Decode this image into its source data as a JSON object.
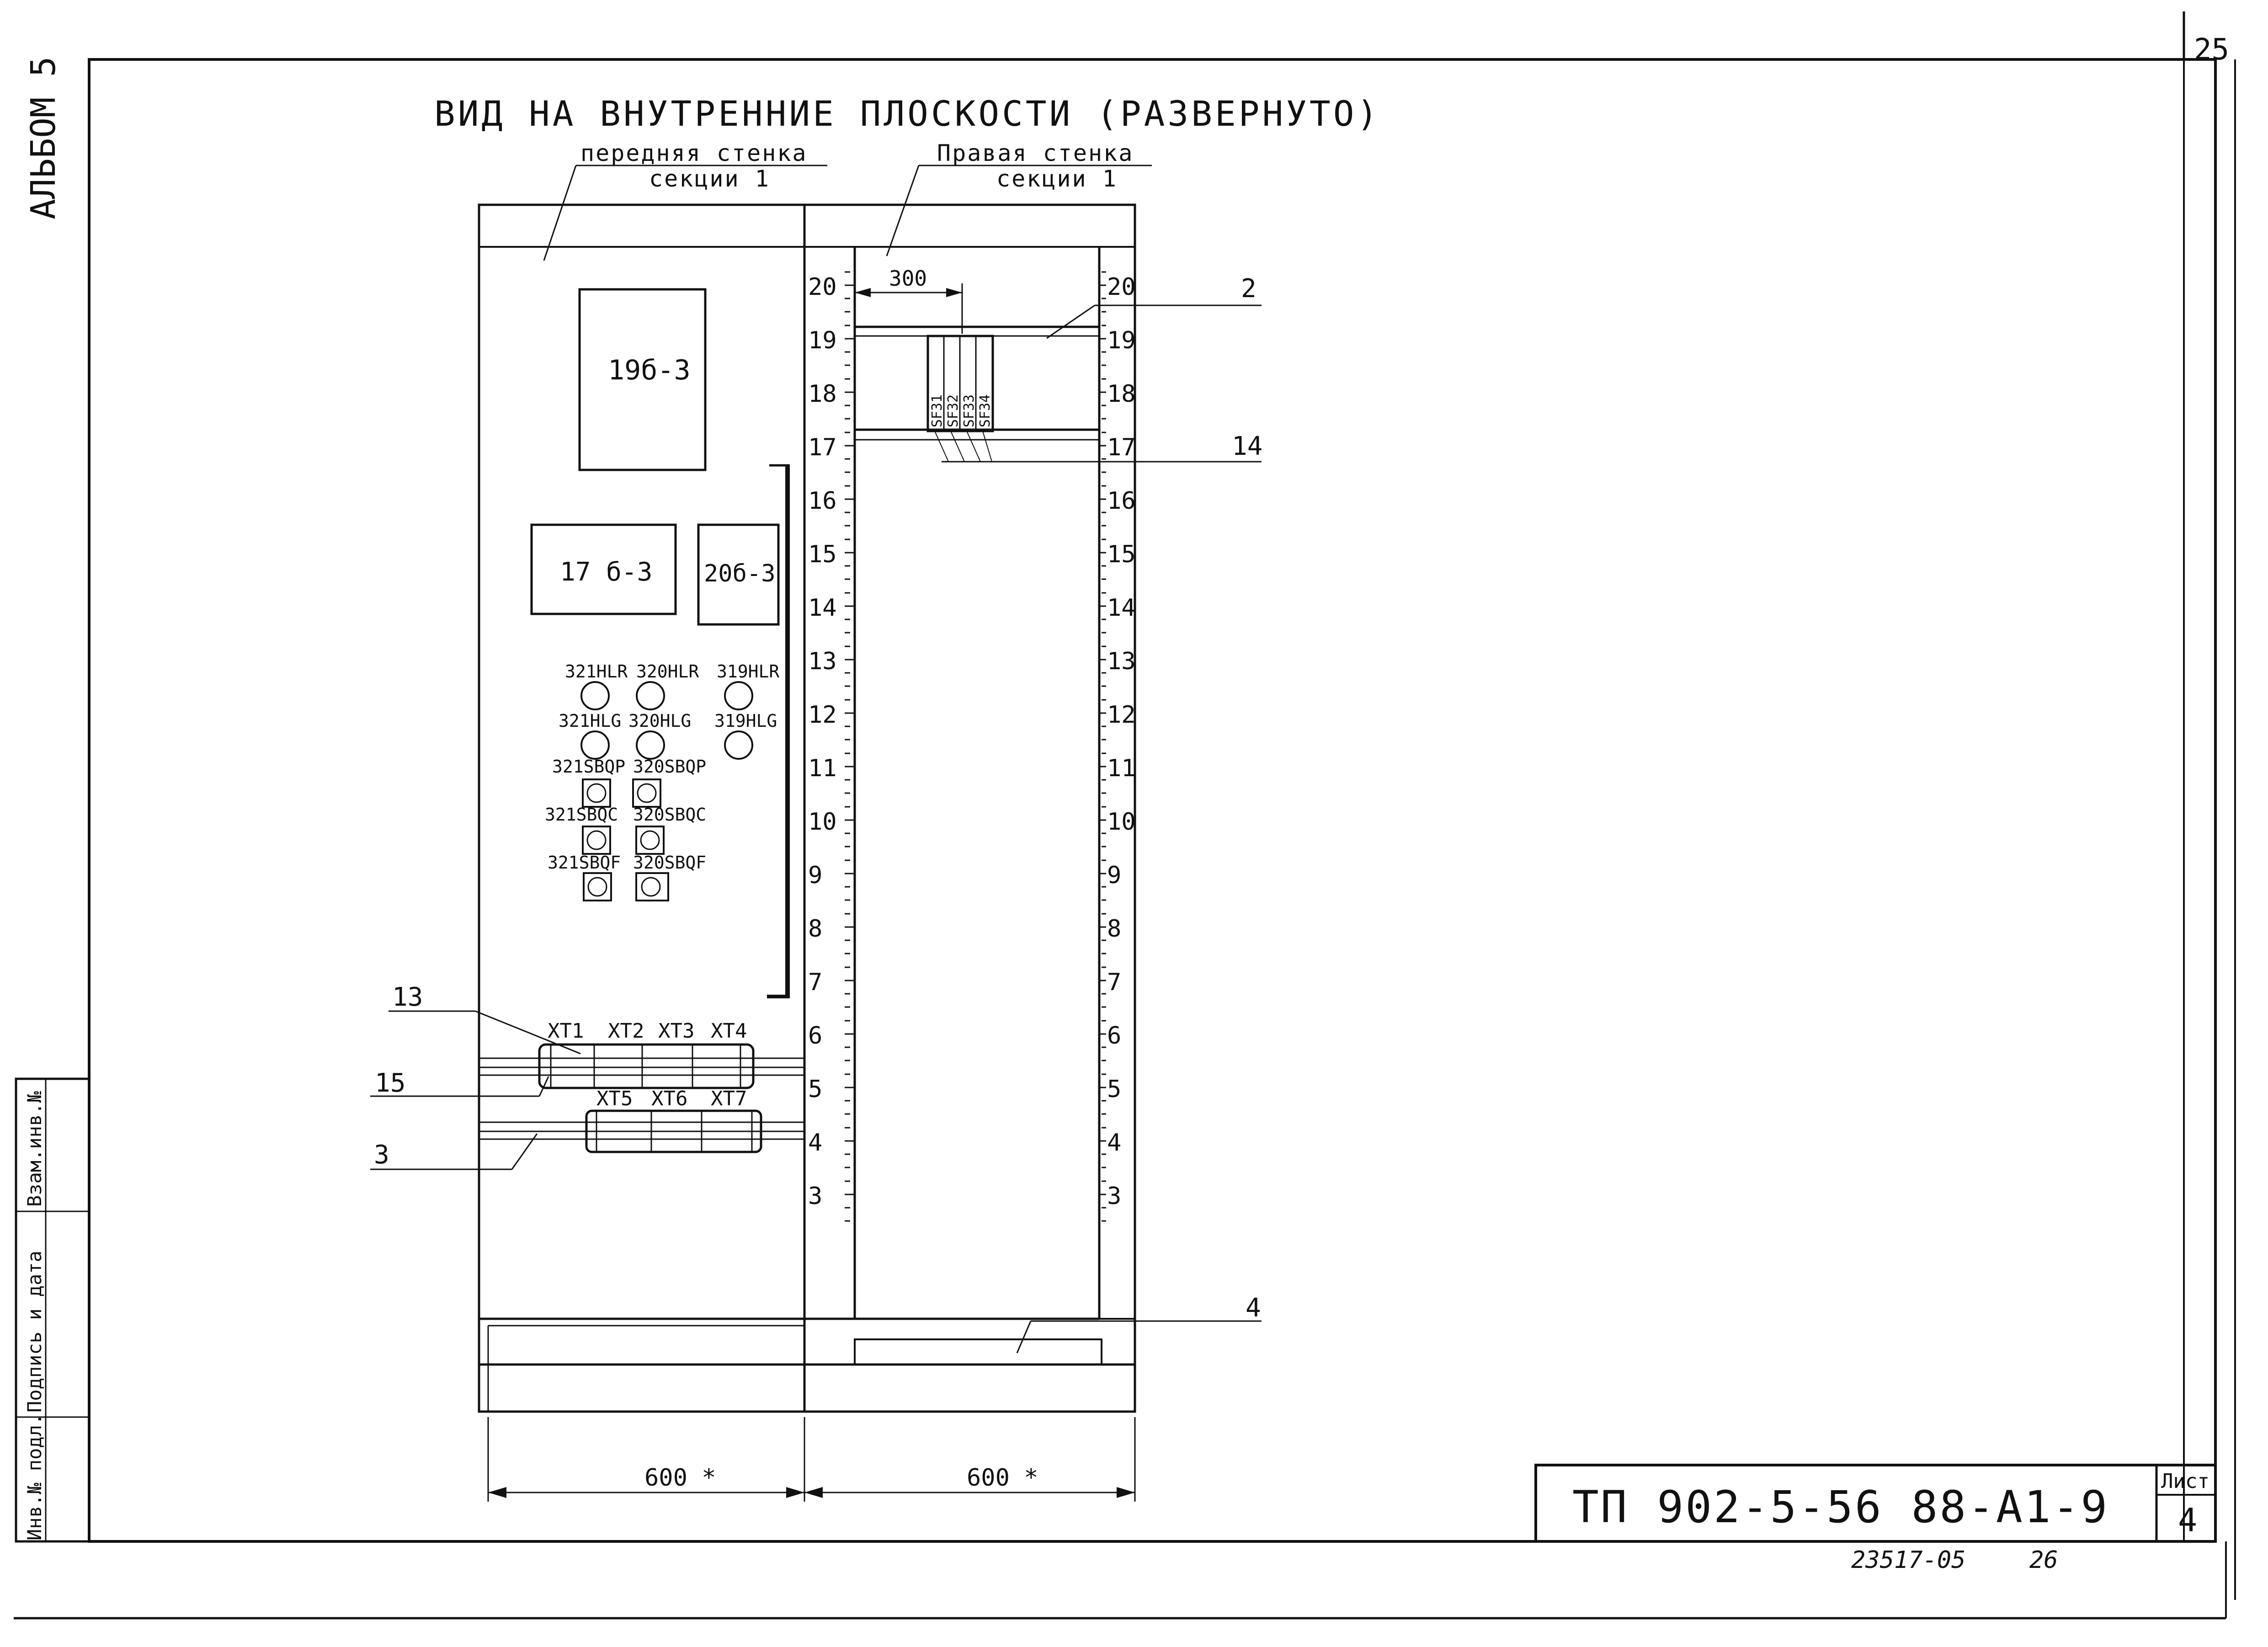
{
  "sheet": {
    "page_number": "25",
    "album_label": "АЛЬБОМ 5",
    "stamp_labels": [
      "Инв.№ подл.",
      "Подпись и дата",
      "Взам.инв.№"
    ],
    "designation": "ТП 902-5-56 88-А1-9",
    "sheet_label": "Лист",
    "sheet_number": "4",
    "archive_number": "23517-05",
    "archive_page": "26"
  },
  "drawing": {
    "title": "ВИД НА ВНУТРЕННИЕ ПЛОСКОСТИ (РАЗВЕРНУТО)",
    "front_wall_label_1": "передняя стенка",
    "front_wall_label_2": "секции 1",
    "right_wall_label_1": "Правая стенка",
    "right_wall_label_2": "секции 1",
    "devices": [
      "19б-3",
      "17 б-3",
      "20б-3"
    ],
    "lamp_labels": [
      "321HLR",
      "320HLR",
      "319HLR",
      "321HLG",
      "320HLG",
      "319HLG"
    ],
    "button_labels": [
      "321SBQP",
      "320SBQP",
      "321SBQC",
      "320SBQC",
      "321SBQF",
      "320SBQF"
    ],
    "terminal_top": [
      "XT1",
      "XT2",
      "XT3",
      "XT4"
    ],
    "terminal_bottom": [
      "XT5",
      "XT6",
      "XT7"
    ],
    "breakers": [
      "SF31",
      "SF32",
      "SF33",
      "SF34"
    ],
    "dim_300": "300",
    "dim_600_left": "600 *",
    "dim_600_right": "600 *",
    "callouts": [
      "2",
      "14",
      "13",
      "15",
      "3",
      "4"
    ],
    "scale_numbers": [
      "20",
      "19",
      "18",
      "17",
      "16",
      "15",
      "14",
      "13",
      "12",
      "11",
      "10",
      "9",
      "8",
      "7",
      "6",
      "5",
      "4",
      "3"
    ]
  }
}
